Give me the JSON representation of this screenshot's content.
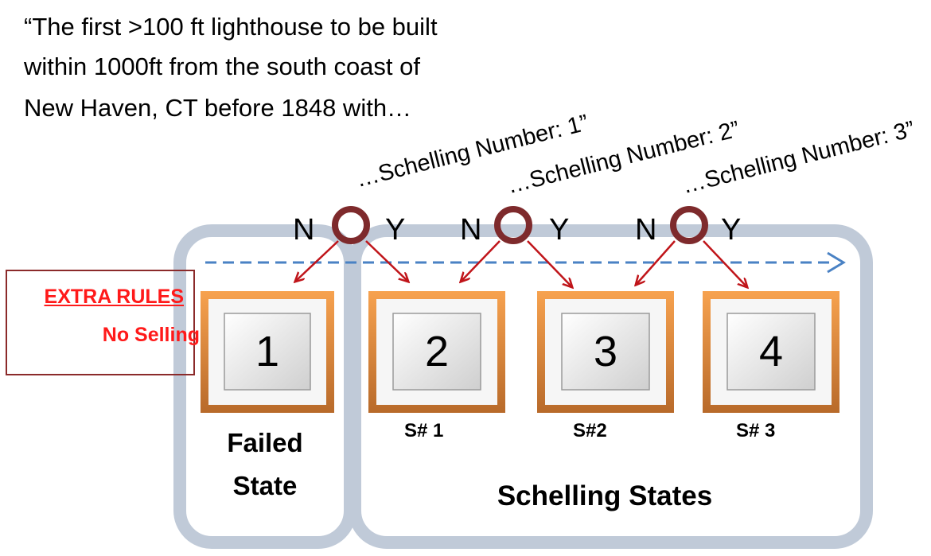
{
  "question": {
    "lines": [
      "“The first >100 ft lighthouse to be built",
      "within 1000ft from the south coast of",
      "New Haven, CT before 1848 with…"
    ]
  },
  "schelling_prompts": [
    "…Schelling Number: 1”",
    "…Schelling Number: 2”",
    "…Schelling Number: 3”"
  ],
  "branch_labels": {
    "no": "N",
    "yes": "Y"
  },
  "states": [
    {
      "number": "1",
      "label": ""
    },
    {
      "number": "2",
      "label": "S# 1"
    },
    {
      "number": "3",
      "label": "S#2"
    },
    {
      "number": "4",
      "label": "S# 3"
    }
  ],
  "groups": {
    "failed": {
      "line1": "Failed",
      "line2": "State"
    },
    "schelling": {
      "label": "Schelling States"
    }
  },
  "extra_rules": {
    "title": "EXTRA RULES",
    "item": "No Selling"
  },
  "colors": {
    "group_border": "#c0cad8",
    "box_frame": "#e58a3a",
    "node": "#7e2a2c",
    "arrow": "#c0151a",
    "dashed_arrow": "#4a82c4",
    "extra_text": "#ff1a1a",
    "extra_border": "#8b2a2a"
  }
}
